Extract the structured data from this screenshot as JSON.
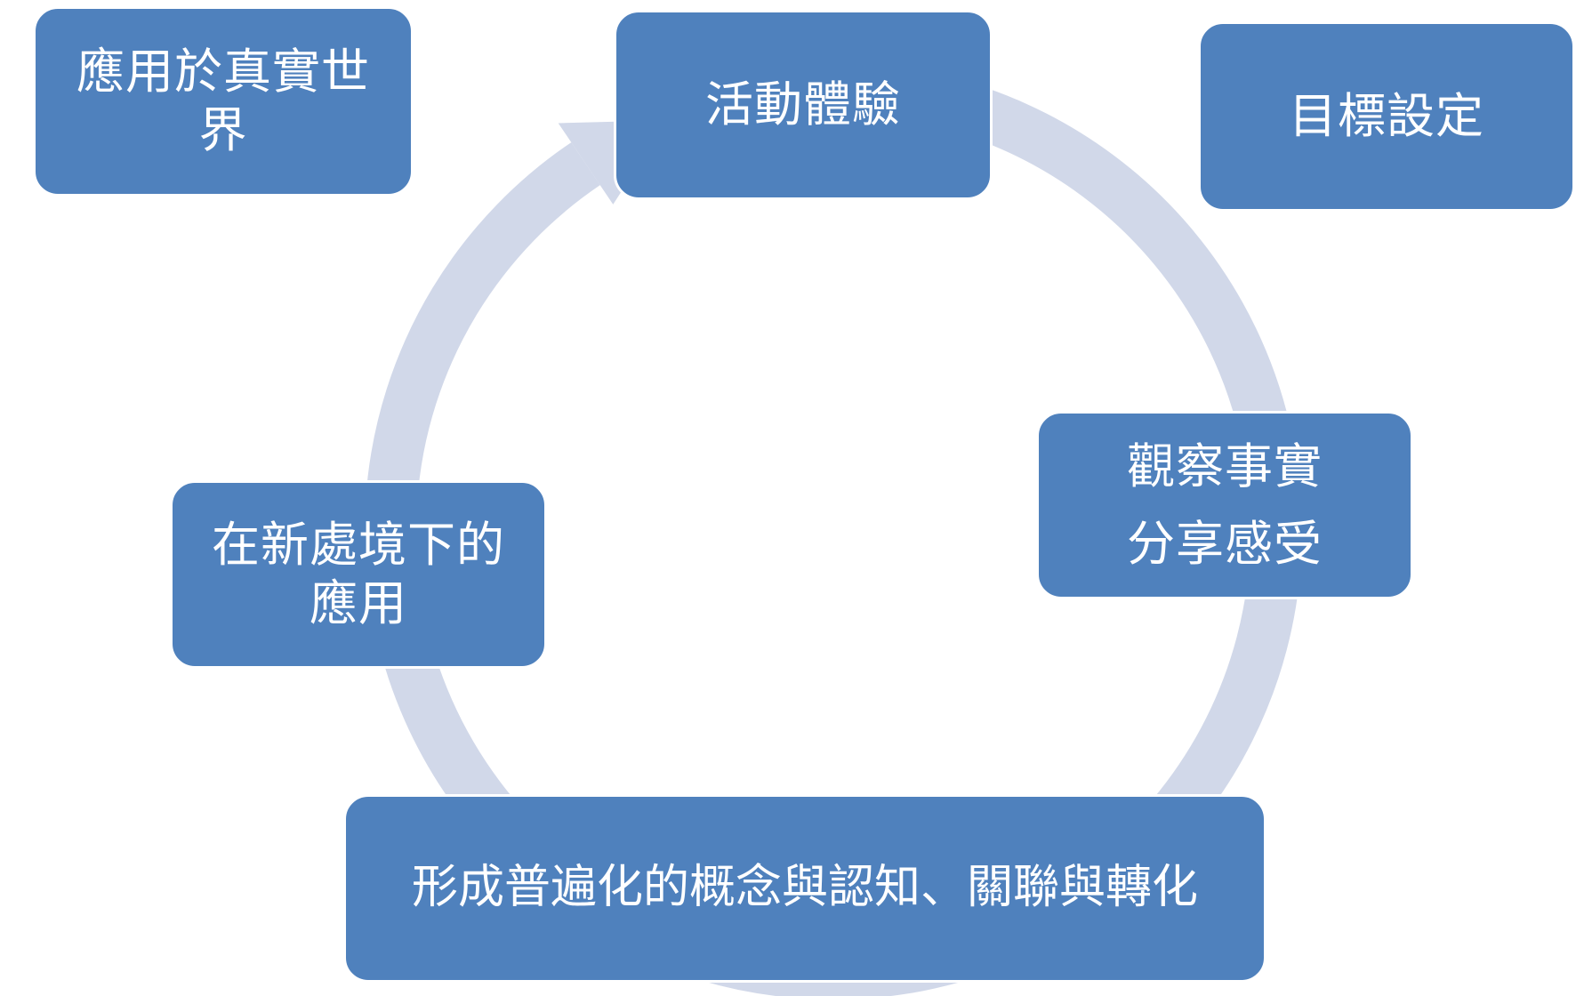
{
  "diagram": {
    "colors": {
      "box_fill": "#4f81bd",
      "box_border": "#ffffff",
      "box_text": "#ffffff",
      "ring": "#d1d8e9",
      "background": "#ffffff"
    },
    "connector": "circular-arrow-ring",
    "boxes": {
      "apply_real_world": {
        "lines": [
          "應用於真實世",
          "界"
        ]
      },
      "activity": {
        "lines": [
          "活動體驗"
        ]
      },
      "goal": {
        "lines": [
          "目標設定"
        ]
      },
      "observe": {
        "lines": [
          "觀察事實",
          "分享感受"
        ]
      },
      "new_situation": {
        "lines": [
          "在新處境下的",
          "應用"
        ]
      },
      "generalize": {
        "lines": [
          "形成普遍化的概念與認知、關聯與轉化"
        ]
      }
    }
  }
}
